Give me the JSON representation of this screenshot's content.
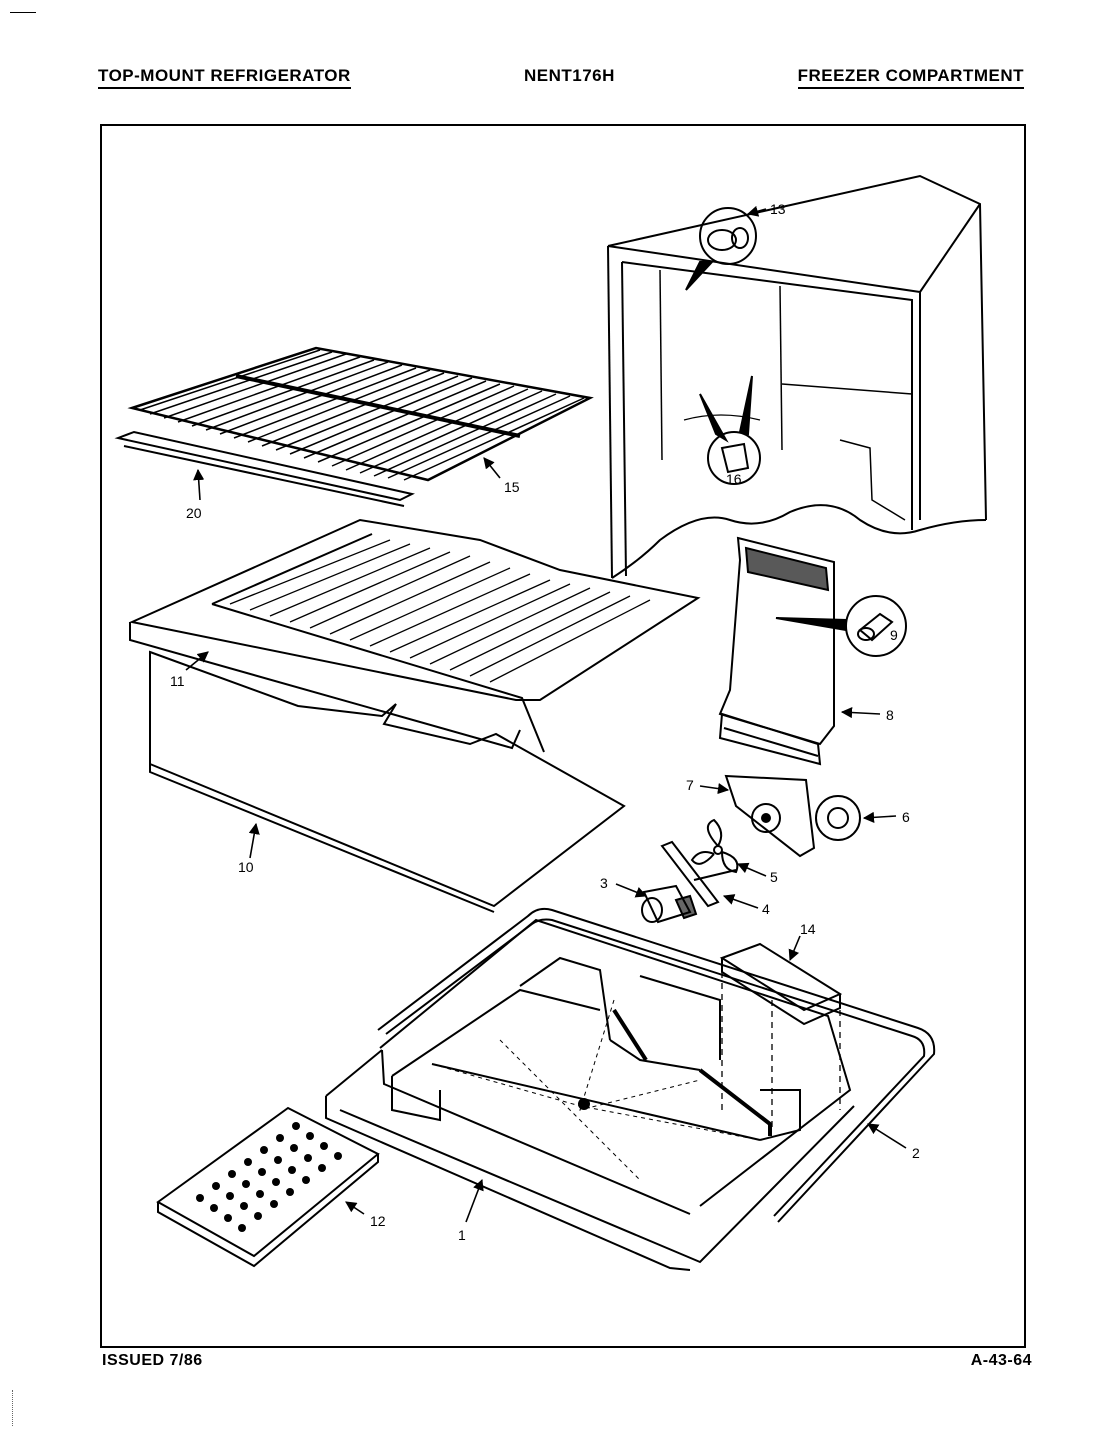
{
  "header": {
    "left": "TOP-MOUNT REFRIGERATOR",
    "model": "NENT176H",
    "right": "FREEZER COMPARTMENT"
  },
  "footer": {
    "issued": "ISSUED 7/86",
    "code": "A-43-64"
  },
  "callouts": {
    "c1": "1",
    "c2": "2",
    "c3": "3",
    "c4": "4",
    "c5": "5",
    "c6": "6",
    "c7": "7",
    "c8": "8",
    "c9": "9",
    "c10": "10",
    "c11": "11",
    "c12": "12",
    "c13": "13",
    "c14": "14",
    "c15": "15",
    "c16": "16",
    "c20": "20"
  }
}
